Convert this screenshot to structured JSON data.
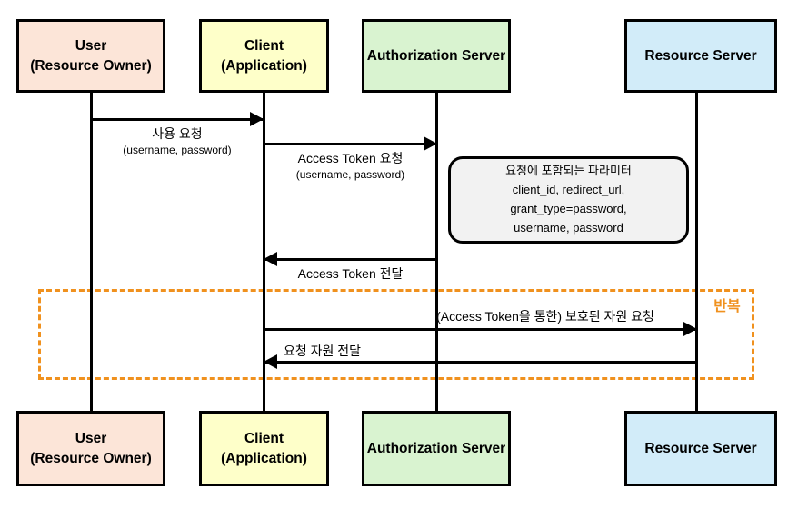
{
  "actors": [
    {
      "line1": "User",
      "line2": "(Resource Owner)",
      "fill": "#fce5d8"
    },
    {
      "line1": "Client",
      "line2": "(Application)",
      "fill": "#feffc9"
    },
    {
      "line1": "Authorization Server",
      "line2": "",
      "fill": "#d9f3d0"
    },
    {
      "line1": "Resource Server",
      "line2": "",
      "fill": "#d2ecf9"
    }
  ],
  "messages": [
    {
      "label": "사용 요청",
      "sublabel": "(username, password)"
    },
    {
      "label": "Access Token 요청",
      "sublabel": "(username, password)"
    },
    {
      "label": "Access Token 전달"
    },
    {
      "label": "(Access Token을 통한) 보호된 자원 요청"
    },
    {
      "label": "요청 자원 전달"
    }
  ],
  "note": {
    "title": "요청에 포함되는 파라미터",
    "lines": [
      "client_id, redirect_url,",
      "grant_type=password,",
      "username, password"
    ]
  },
  "loop": {
    "label": "반복",
    "color": "#f0911e"
  },
  "colors": {
    "user_fill": "#fce5d8",
    "client_fill": "#feffc9",
    "auth_fill": "#d9f3d0",
    "resource_fill": "#d2ecf9",
    "note_fill": "#f2f2f2",
    "loop_orange": "#f0911e",
    "line_black": "#000000"
  }
}
